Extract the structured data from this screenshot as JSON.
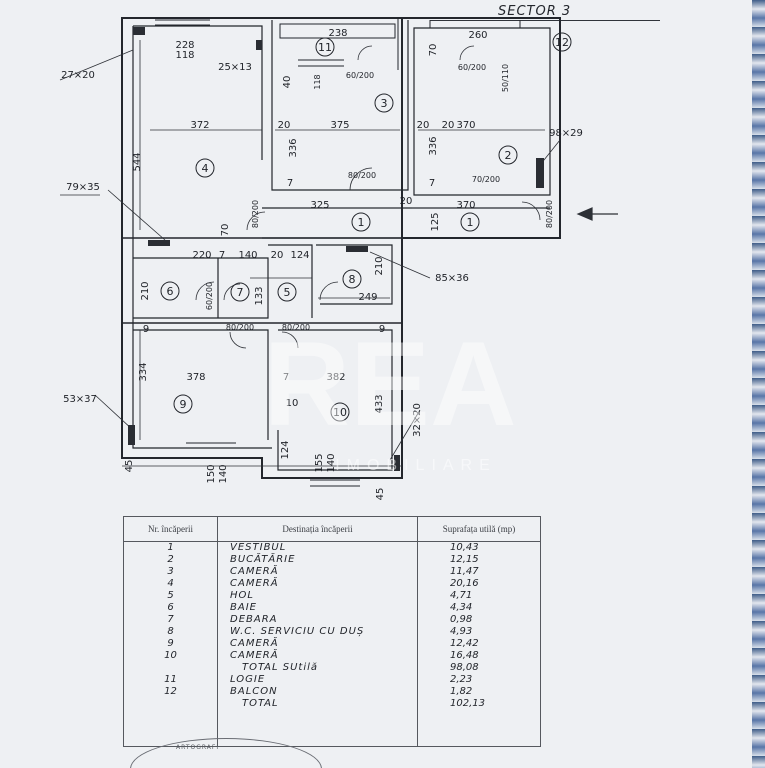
{
  "header": {
    "sector": "SECTOR 3"
  },
  "plan": {
    "rooms": [
      "1",
      "2",
      "3",
      "4",
      "5",
      "6",
      "7",
      "8",
      "9",
      "10",
      "11",
      "12"
    ],
    "dims": {
      "d_228": "228",
      "d_118": "118",
      "d_25x13": "25×13",
      "d_27x20": "27×20",
      "d_372": "372",
      "d_544": "544",
      "d_79x35": "79×35",
      "d_70": "70",
      "d_220": "220",
      "d_7a": "7",
      "d_140": "140",
      "d_20a": "20",
      "d_124": "124",
      "d_210a": "210",
      "d_210b": "210",
      "d_60_200": "60/200",
      "d_133": "133",
      "d_249": "249",
      "d_85x36": "85×36",
      "d_80_200a": "80/200",
      "d_80_200b": "80/200",
      "d_9a": "9",
      "d_9b": "9",
      "d_334": "334",
      "d_378": "378",
      "d_382": "382",
      "d_7b": "7",
      "d_10": "10",
      "d_53x37": "53×37",
      "d_433": "433",
      "d_32x20": "32×20",
      "d_45a": "45",
      "d_45b": "45",
      "d_150": "150",
      "d_140b": "140",
      "d_155": "155",
      "d_140c": "140",
      "d_124b": "124",
      "d_238": "238",
      "d_40": "40",
      "d_118b": "118",
      "d_60_200b": "60/200",
      "d_20b": "20",
      "d_375": "375",
      "d_20c": "20",
      "d_336a": "336",
      "d_80_200c": "80/200",
      "d_7c": "7",
      "d_325": "325",
      "d_80_200d": "80/200",
      "d_260": "260",
      "d_70b": "70",
      "d_60_200c": "60/200",
      "d_50_110": "50/110",
      "d_20d": "20",
      "d_370a": "370",
      "d_98x29": "98×29",
      "d_336b": "336",
      "d_7d": "7",
      "d_70_200": "70/200",
      "d_20e": "20",
      "d_125": "125",
      "d_370b": "370",
      "d_80_200e": "80/200"
    },
    "watermark": {
      "logo": "REA",
      "sub": "IMOBILIARE"
    }
  },
  "table": {
    "headers": [
      "Nr. încăperii",
      "Destinația încăperii",
      "Suprafața utilă (mp)"
    ],
    "rows": [
      {
        "nr": "1",
        "dest": "VESTIBUL",
        "area": "10,43"
      },
      {
        "nr": "2",
        "dest": "BUCĂTĂRIE",
        "area": "12,15"
      },
      {
        "nr": "3",
        "dest": "CAMERĂ",
        "area": "11,47"
      },
      {
        "nr": "4",
        "dest": "CAMERĂ",
        "area": "20,16"
      },
      {
        "nr": "5",
        "dest": "HOL",
        "area": "4,71"
      },
      {
        "nr": "6",
        "dest": "BAIE",
        "area": "4,34"
      },
      {
        "nr": "7",
        "dest": "DEBARA",
        "area": "0,98"
      },
      {
        "nr": "8",
        "dest": "W.C. SERVICIU CU DUȘ",
        "area": "4,93"
      },
      {
        "nr": "9",
        "dest": "CAMERĂ",
        "area": "12,42"
      },
      {
        "nr": "10",
        "dest": "CAMERĂ",
        "area": "16,48"
      },
      {
        "nr": "",
        "dest": "TOTAL SUtilă",
        "area": "98,08"
      },
      {
        "nr": "11",
        "dest": "LOGIE",
        "area": "2,23"
      },
      {
        "nr": "12",
        "dest": "BALCON",
        "area": "1,82"
      },
      {
        "nr": "",
        "dest": "TOTAL",
        "area": "102,13"
      },
      {
        "nr": "",
        "dest": "",
        "area": ""
      },
      {
        "nr": "",
        "dest": "",
        "area": ""
      },
      {
        "nr": "",
        "dest": "",
        "area": ""
      }
    ]
  },
  "stamp": {
    "text": "ARTOGRAFI"
  }
}
